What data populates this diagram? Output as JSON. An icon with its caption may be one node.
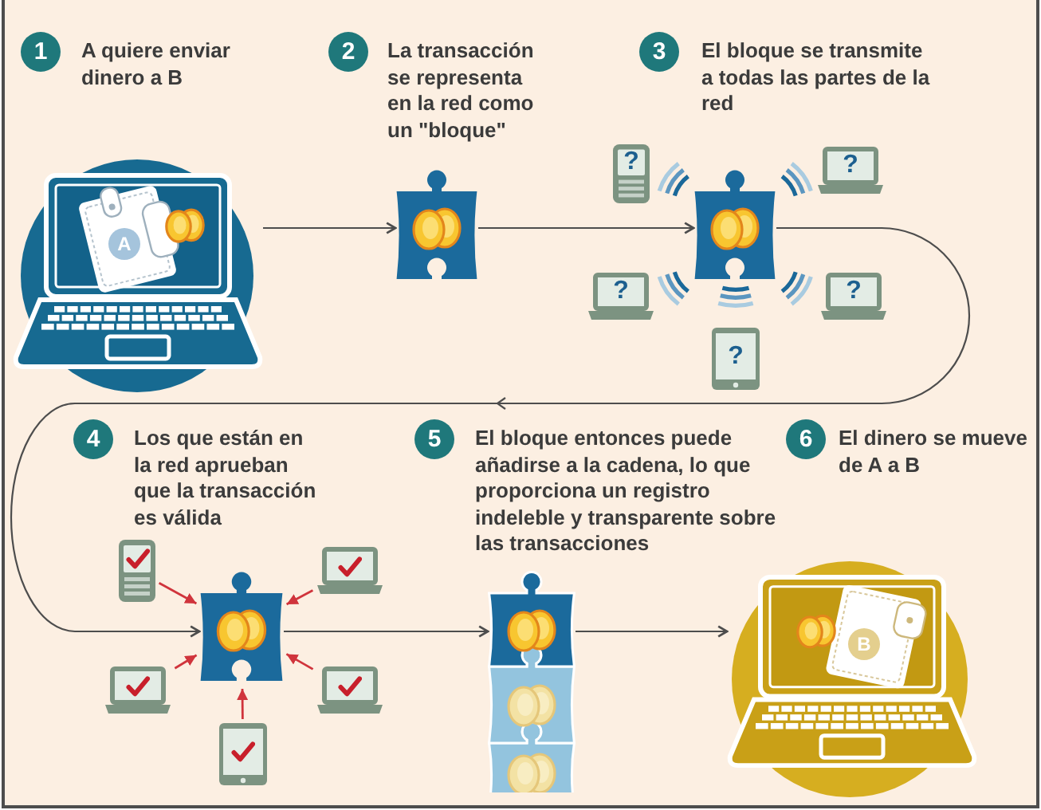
{
  "diagram": {
    "nodes": [
      {
        "text": [
          "1"
        ],
        "beside": [
          "A quiere enviar dinero a B"
        ]
      },
      {
        "text": [
          "2"
        ],
        "beside": [
          "La transacción se representa en la red como un \"bloque\""
        ]
      },
      {
        "text": [
          "3"
        ],
        "beside": [
          "El bloque se transmite a todas las partes de la red"
        ]
      },
      {
        "text": [
          "A"
        ]
      },
      {
        "text": [],
        "shape": "picture"
      },
      {
        "text": [
          "?"
        ]
      },
      {
        "text": [
          "?"
        ]
      },
      {
        "text": [],
        "shape": "picture"
      },
      {
        "text": [
          "?"
        ]
      },
      {
        "text": [
          "?"
        ]
      },
      {
        "text": [
          "?"
        ]
      },
      {
        "text": [
          "4"
        ],
        "beside": [
          "Los que están en la red aprueban que la transacción es válida"
        ]
      },
      {
        "text": [
          "5"
        ],
        "beside": [
          "El bloque entonces puede añadirse a la cadena, lo que proporciona un registro indeleble y transparente sobre las transacciones"
        ]
      },
      {
        "text": [
          "6"
        ],
        "beside": [
          "El dinero se mueve de A a B"
        ]
      },
      {
        "text": [],
        "shape": "picture"
      },
      {
        "text": [],
        "shape": "picture"
      },
      {
        "text": [],
        "shape": "picture"
      },
      {
        "text": [],
        "shape": "picture"
      },
      {
        "text": [],
        "shape": "picture"
      },
      {
        "text": [],
        "shape": "picture"
      },
      {
        "text": [],
        "shape": "picture"
      },
      {
        "text": [
          "B"
        ]
      }
    ],
    "edges": [
      {
        "from": 3,
        "to": 4,
        "arrow": "to"
      },
      {
        "from": 4,
        "to": 7,
        "arrow": "to"
      },
      {
        "from": 7,
        "to": 16,
        "arrow": "to"
      },
      {
        "from": 14,
        "to": 16,
        "arrow": "to",
        "color": "#d0343c"
      },
      {
        "from": 15,
        "to": 16,
        "arrow": "to",
        "color": "#d0343c"
      },
      {
        "from": 17,
        "to": 16,
        "arrow": "to",
        "color": "#d0343c"
      },
      {
        "from": 18,
        "to": 16,
        "arrow": "to",
        "color": "#d0343c"
      },
      {
        "from": 19,
        "to": 16,
        "arrow": "to",
        "color": "#d0343c"
      },
      {
        "from": 16,
        "to": 20,
        "arrow": "to"
      },
      {
        "from": 20,
        "to": 21,
        "arrow": "to"
      }
    ]
  }
}
